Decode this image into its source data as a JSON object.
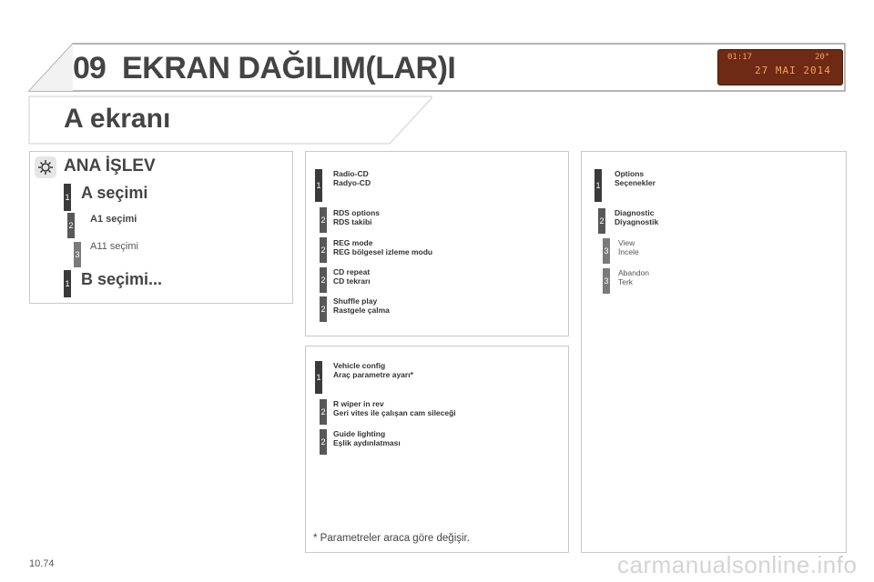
{
  "header": {
    "number": "09",
    "title": "EKRAN DAĞILIM(LAR)I"
  },
  "display": {
    "time": "01:17",
    "temp": "20°",
    "date": "27 MAI 2014"
  },
  "section_title": "A ekranı",
  "left": {
    "title": "ANA İŞLEV",
    "items": [
      {
        "level": "1",
        "label": "A seçimi"
      },
      {
        "level": "2",
        "label": "A1 seçimi"
      },
      {
        "level": "3",
        "label": "A11 seçimi"
      },
      {
        "level": "1",
        "label": "B seçimi..."
      }
    ]
  },
  "middle_top": [
    {
      "level": "1",
      "line1": "Radio-CD",
      "line2": "Radyo-CD"
    },
    {
      "level": "2",
      "line1": "RDS options",
      "line2": "RDS takibi"
    },
    {
      "level": "2",
      "line1": "REG mode",
      "line2": "REG bölgesel izleme modu"
    },
    {
      "level": "2",
      "line1": "CD repeat",
      "line2": "CD tekrarı"
    },
    {
      "level": "2",
      "line1": "Shuffle play",
      "line2": "Rastgele çalma"
    }
  ],
  "middle_bottom": [
    {
      "level": "1",
      "line1": "Vehicle config",
      "line2": "Araç parametre ayarı*"
    },
    {
      "level": "2",
      "line1": "R wiper in rev",
      "line2": "Geri vites ile çalışan cam sileceği"
    },
    {
      "level": "2",
      "line1": "Guide lighting",
      "line2": "Eşlik aydınlatması"
    }
  ],
  "footnote": "* Parametreler araca göre değişir.",
  "right": [
    {
      "level": "1",
      "line1": "Options",
      "line2": "Seçenekler"
    },
    {
      "level": "2",
      "line1": "Diagnostic",
      "line2": "Diyagnostik"
    },
    {
      "level": "3",
      "line1": "View",
      "line2": "İncele"
    },
    {
      "level": "3",
      "line1": "Abandon",
      "line2": "Terk"
    }
  ],
  "page_number": "10.74",
  "watermark": "carmanualsonline.info"
}
